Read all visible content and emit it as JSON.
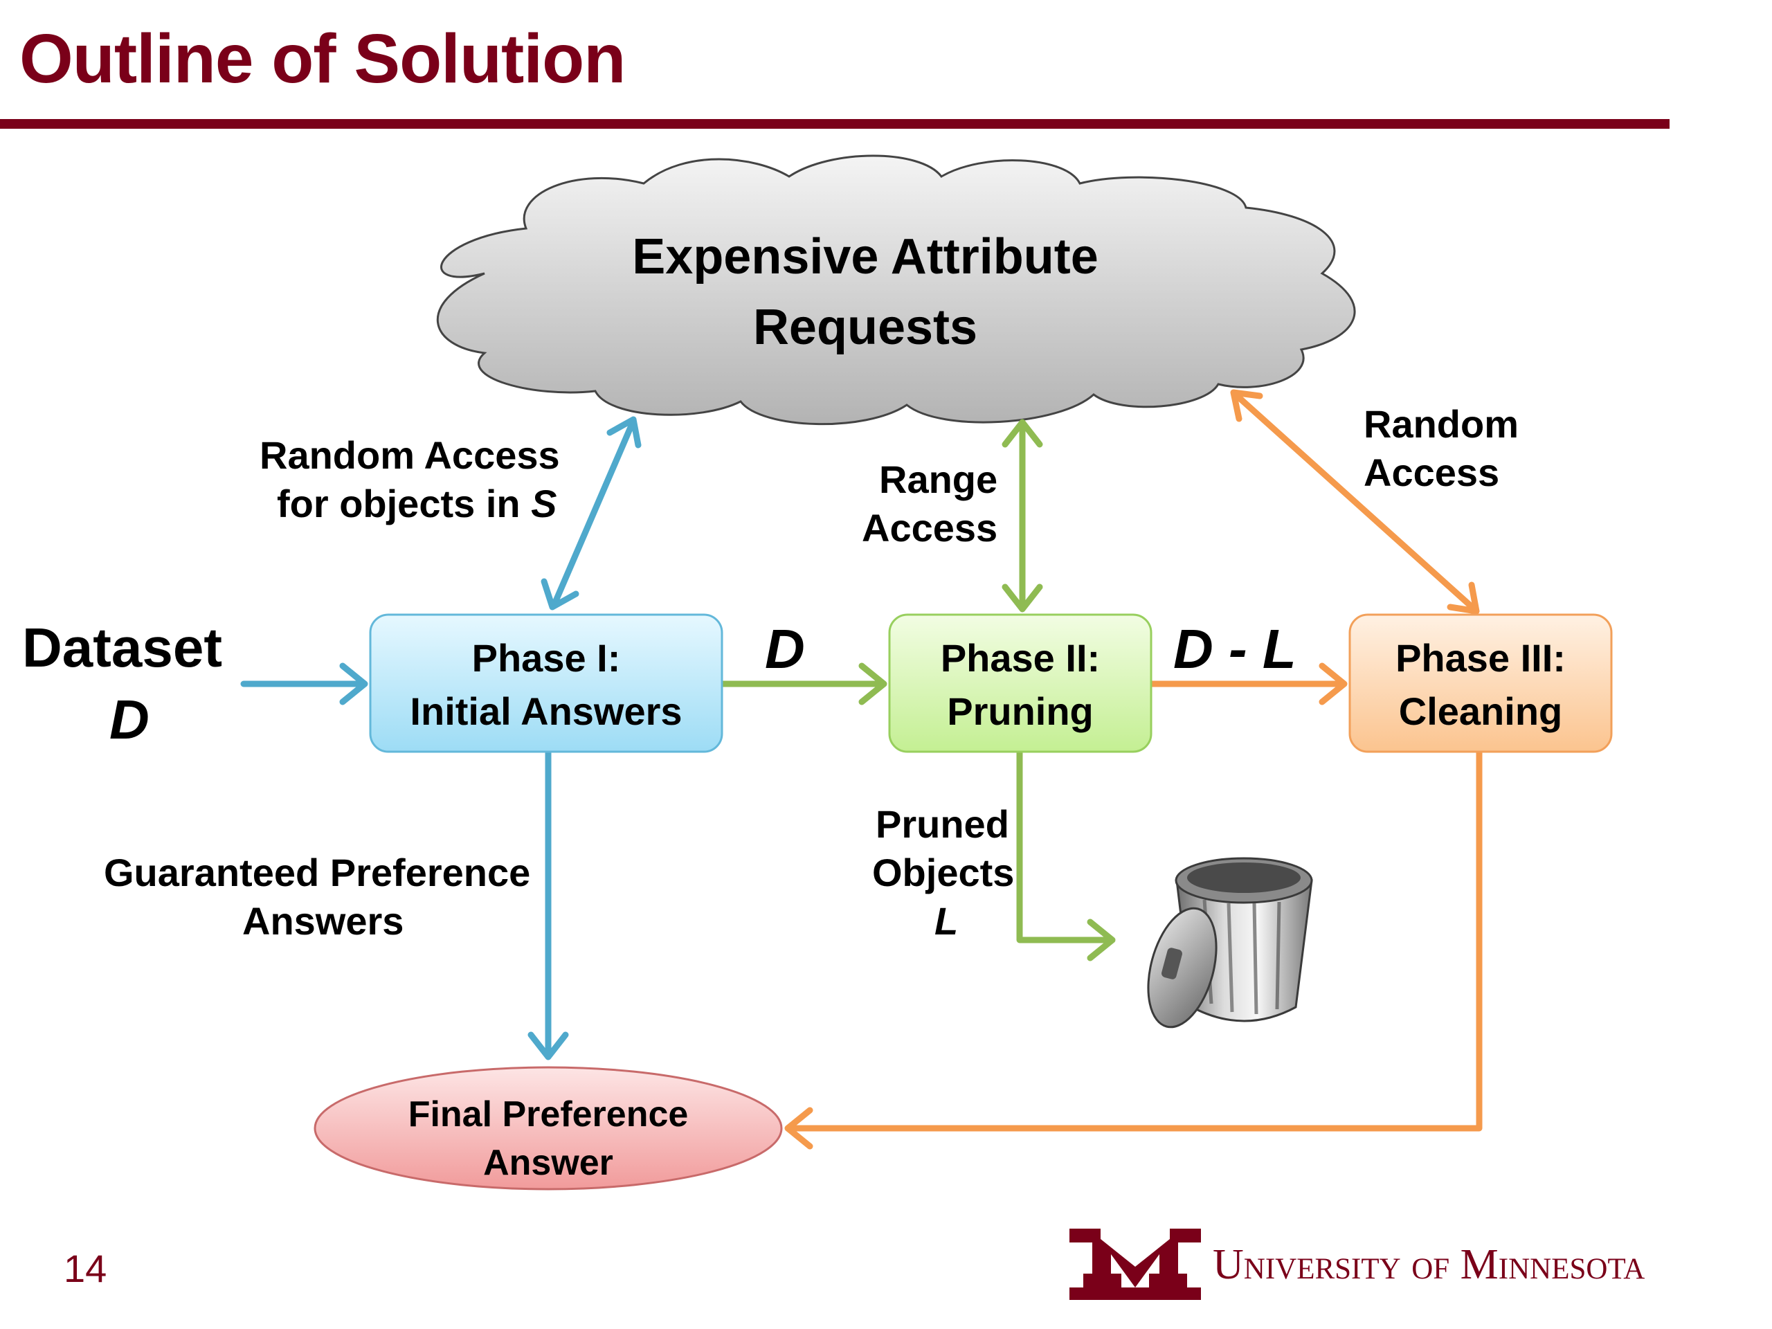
{
  "slide": {
    "title": "Outline of Solution",
    "page_number": "14",
    "university": "University of Minnesota",
    "logo_letter": "M"
  },
  "cloud": {
    "line1": "Expensive Attribute",
    "line2": "Requests"
  },
  "dataset": {
    "word": "Dataset",
    "symbol": "D"
  },
  "phases": [
    {
      "title": "Phase I:",
      "subtitle": "Initial Answers"
    },
    {
      "title": "Phase II:",
      "subtitle": "Pruning"
    },
    {
      "title": "Phase III:",
      "subtitle": "Cleaning"
    }
  ],
  "edge_labels": {
    "random_access_s": {
      "line1": "Random Access",
      "line2_prefix": "for objects in ",
      "line2_symbol": "S"
    },
    "range_access": {
      "line1": "Range",
      "line2": "Access"
    },
    "random_access": {
      "line1": "Random",
      "line2": "Access"
    },
    "d": "D",
    "d_minus_l": "D - L",
    "pruned": {
      "line1": "Pruned",
      "line2": "Objects",
      "line3": "L"
    },
    "guaranteed": {
      "line1": "Guaranteed Preference",
      "line2": "Answers"
    }
  },
  "final_answer": {
    "line1": "Final Preference",
    "line2": "Answer"
  },
  "icons": {
    "trash": "trash-can-icon"
  },
  "colors": {
    "title": "#7a0019",
    "blue_arrow": "#4fa9cc",
    "green_arrow": "#8fbb52",
    "orange_arrow": "#f59a4c",
    "phase1_fill": "#c6ecfb",
    "phase2_fill": "#dff7c0",
    "phase3_fill": "#fde0c4",
    "final_fill": "#f5b5b5"
  }
}
